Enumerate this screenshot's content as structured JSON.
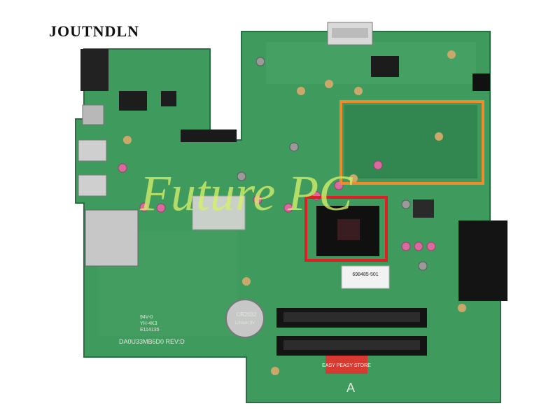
{
  "brand": "JOUTNDLN",
  "watermark": "Future PC",
  "board": {
    "model": "DA0U33MB6D0  REV:D",
    "part_number": "698485-501",
    "battery_label": "CR2032",
    "battery_sub": "Lithium 3V",
    "sticker": "EASY PEASY STORE",
    "slot_mark": "A",
    "codes": [
      "94V-0",
      "YH-4K3",
      "E114135"
    ]
  },
  "colors": {
    "pcb": "#3f9a5e",
    "pcb_dark": "#2e7f4a",
    "highlight_orange": "#f08a2c",
    "highlight_red": "#e01e25",
    "watermark": "#d6f06a"
  }
}
